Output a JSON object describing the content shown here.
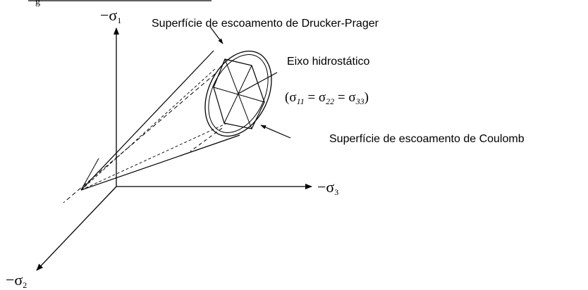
{
  "diagram": {
    "header_fragment": "g",
    "labels": {
      "drucker_prager": "Superfície de escoamento de Drucker-Prager",
      "hydrostatic_axis": "Eixo hidrostático",
      "coulomb": "Superfície de escoamento de Coulomb"
    },
    "axes": {
      "sigma1": {
        "sign": "−",
        "symbol": "σ",
        "subscript": "1"
      },
      "sigma2": {
        "sign": "−",
        "symbol": "σ",
        "subscript": "2"
      },
      "sigma3": {
        "sign": "−",
        "symbol": "σ",
        "subscript": "3"
      }
    },
    "equation": {
      "open": "(",
      "s11": "σ",
      "s11_sub": "11",
      "eq1": " = ",
      "s22": "σ",
      "s22_sub": "22",
      "eq2": " = ",
      "s33": "σ",
      "s33_sub": "33",
      "close": ")"
    }
  }
}
